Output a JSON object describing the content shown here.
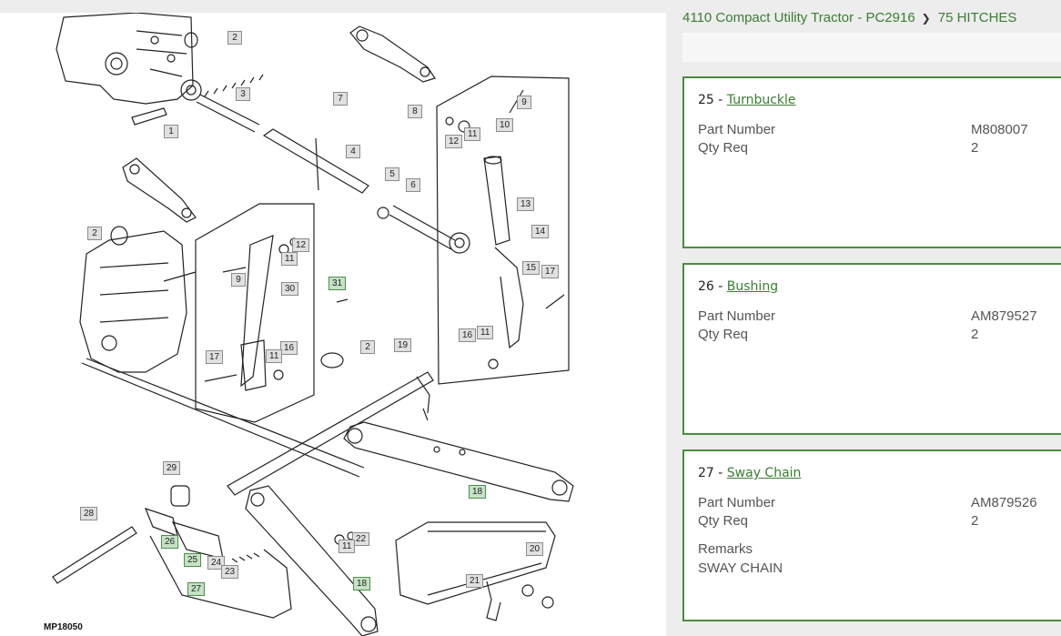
{
  "breadcrumb": {
    "model": "4110 Compact Utility Tractor - PC2916",
    "section": "75 HITCHES"
  },
  "diagram": {
    "code": "MP18050",
    "callouts": [
      {
        "label": "2",
        "highlighted": false
      },
      {
        "label": "1",
        "highlighted": false
      },
      {
        "label": "3",
        "highlighted": false
      },
      {
        "label": "7",
        "highlighted": false
      },
      {
        "label": "8",
        "highlighted": false
      },
      {
        "label": "9",
        "highlighted": false
      },
      {
        "label": "10",
        "highlighted": false
      },
      {
        "label": "12",
        "highlighted": false
      },
      {
        "label": "11",
        "highlighted": false
      },
      {
        "label": "4",
        "highlighted": false
      },
      {
        "label": "5",
        "highlighted": false
      },
      {
        "label": "6",
        "highlighted": false
      },
      {
        "label": "13",
        "highlighted": false
      },
      {
        "label": "14",
        "highlighted": false
      },
      {
        "label": "15",
        "highlighted": false
      },
      {
        "label": "17",
        "highlighted": false
      },
      {
        "label": "2",
        "highlighted": false
      },
      {
        "label": "12",
        "highlighted": false
      },
      {
        "label": "11",
        "highlighted": false
      },
      {
        "label": "9",
        "highlighted": false
      },
      {
        "label": "30",
        "highlighted": false
      },
      {
        "label": "31",
        "highlighted": true
      },
      {
        "label": "16",
        "highlighted": false
      },
      {
        "label": "11",
        "highlighted": false
      },
      {
        "label": "2",
        "highlighted": false
      },
      {
        "label": "19",
        "highlighted": false
      },
      {
        "label": "17",
        "highlighted": false
      },
      {
        "label": "16",
        "highlighted": false
      },
      {
        "label": "11",
        "highlighted": false
      },
      {
        "label": "18",
        "highlighted": true
      },
      {
        "label": "29",
        "highlighted": false
      },
      {
        "label": "28",
        "highlighted": false
      },
      {
        "label": "26",
        "highlighted": true
      },
      {
        "label": "25",
        "highlighted": true
      },
      {
        "label": "24",
        "highlighted": false
      },
      {
        "label": "23",
        "highlighted": false
      },
      {
        "label": "27",
        "highlighted": true
      },
      {
        "label": "22",
        "highlighted": false
      },
      {
        "label": "11",
        "highlighted": false
      },
      {
        "label": "18",
        "highlighted": true
      },
      {
        "label": "20",
        "highlighted": false
      },
      {
        "label": "21",
        "highlighted": false
      }
    ]
  },
  "parts": [
    {
      "ref": "25",
      "name": "Turnbuckle",
      "part_number_label": "Part Number",
      "part_number": "M808007",
      "qty_label": "Qty Req",
      "qty": "2",
      "remarks_label": "",
      "remarks": ""
    },
    {
      "ref": "26",
      "name": "Bushing",
      "part_number_label": "Part Number",
      "part_number": "AM879527",
      "qty_label": "Qty Req",
      "qty": "2",
      "remarks_label": "",
      "remarks": ""
    },
    {
      "ref": "27",
      "name": "Sway Chain",
      "part_number_label": "Part Number",
      "part_number": "AM879526",
      "qty_label": "Qty Req",
      "qty": "2",
      "remarks_label": "Remarks",
      "remarks": "SWAY CHAIN"
    }
  ],
  "colors": {
    "accent": "#3a7d32",
    "card_border": "#4a8c3f",
    "highlight_callout": "#c5e2c5"
  }
}
